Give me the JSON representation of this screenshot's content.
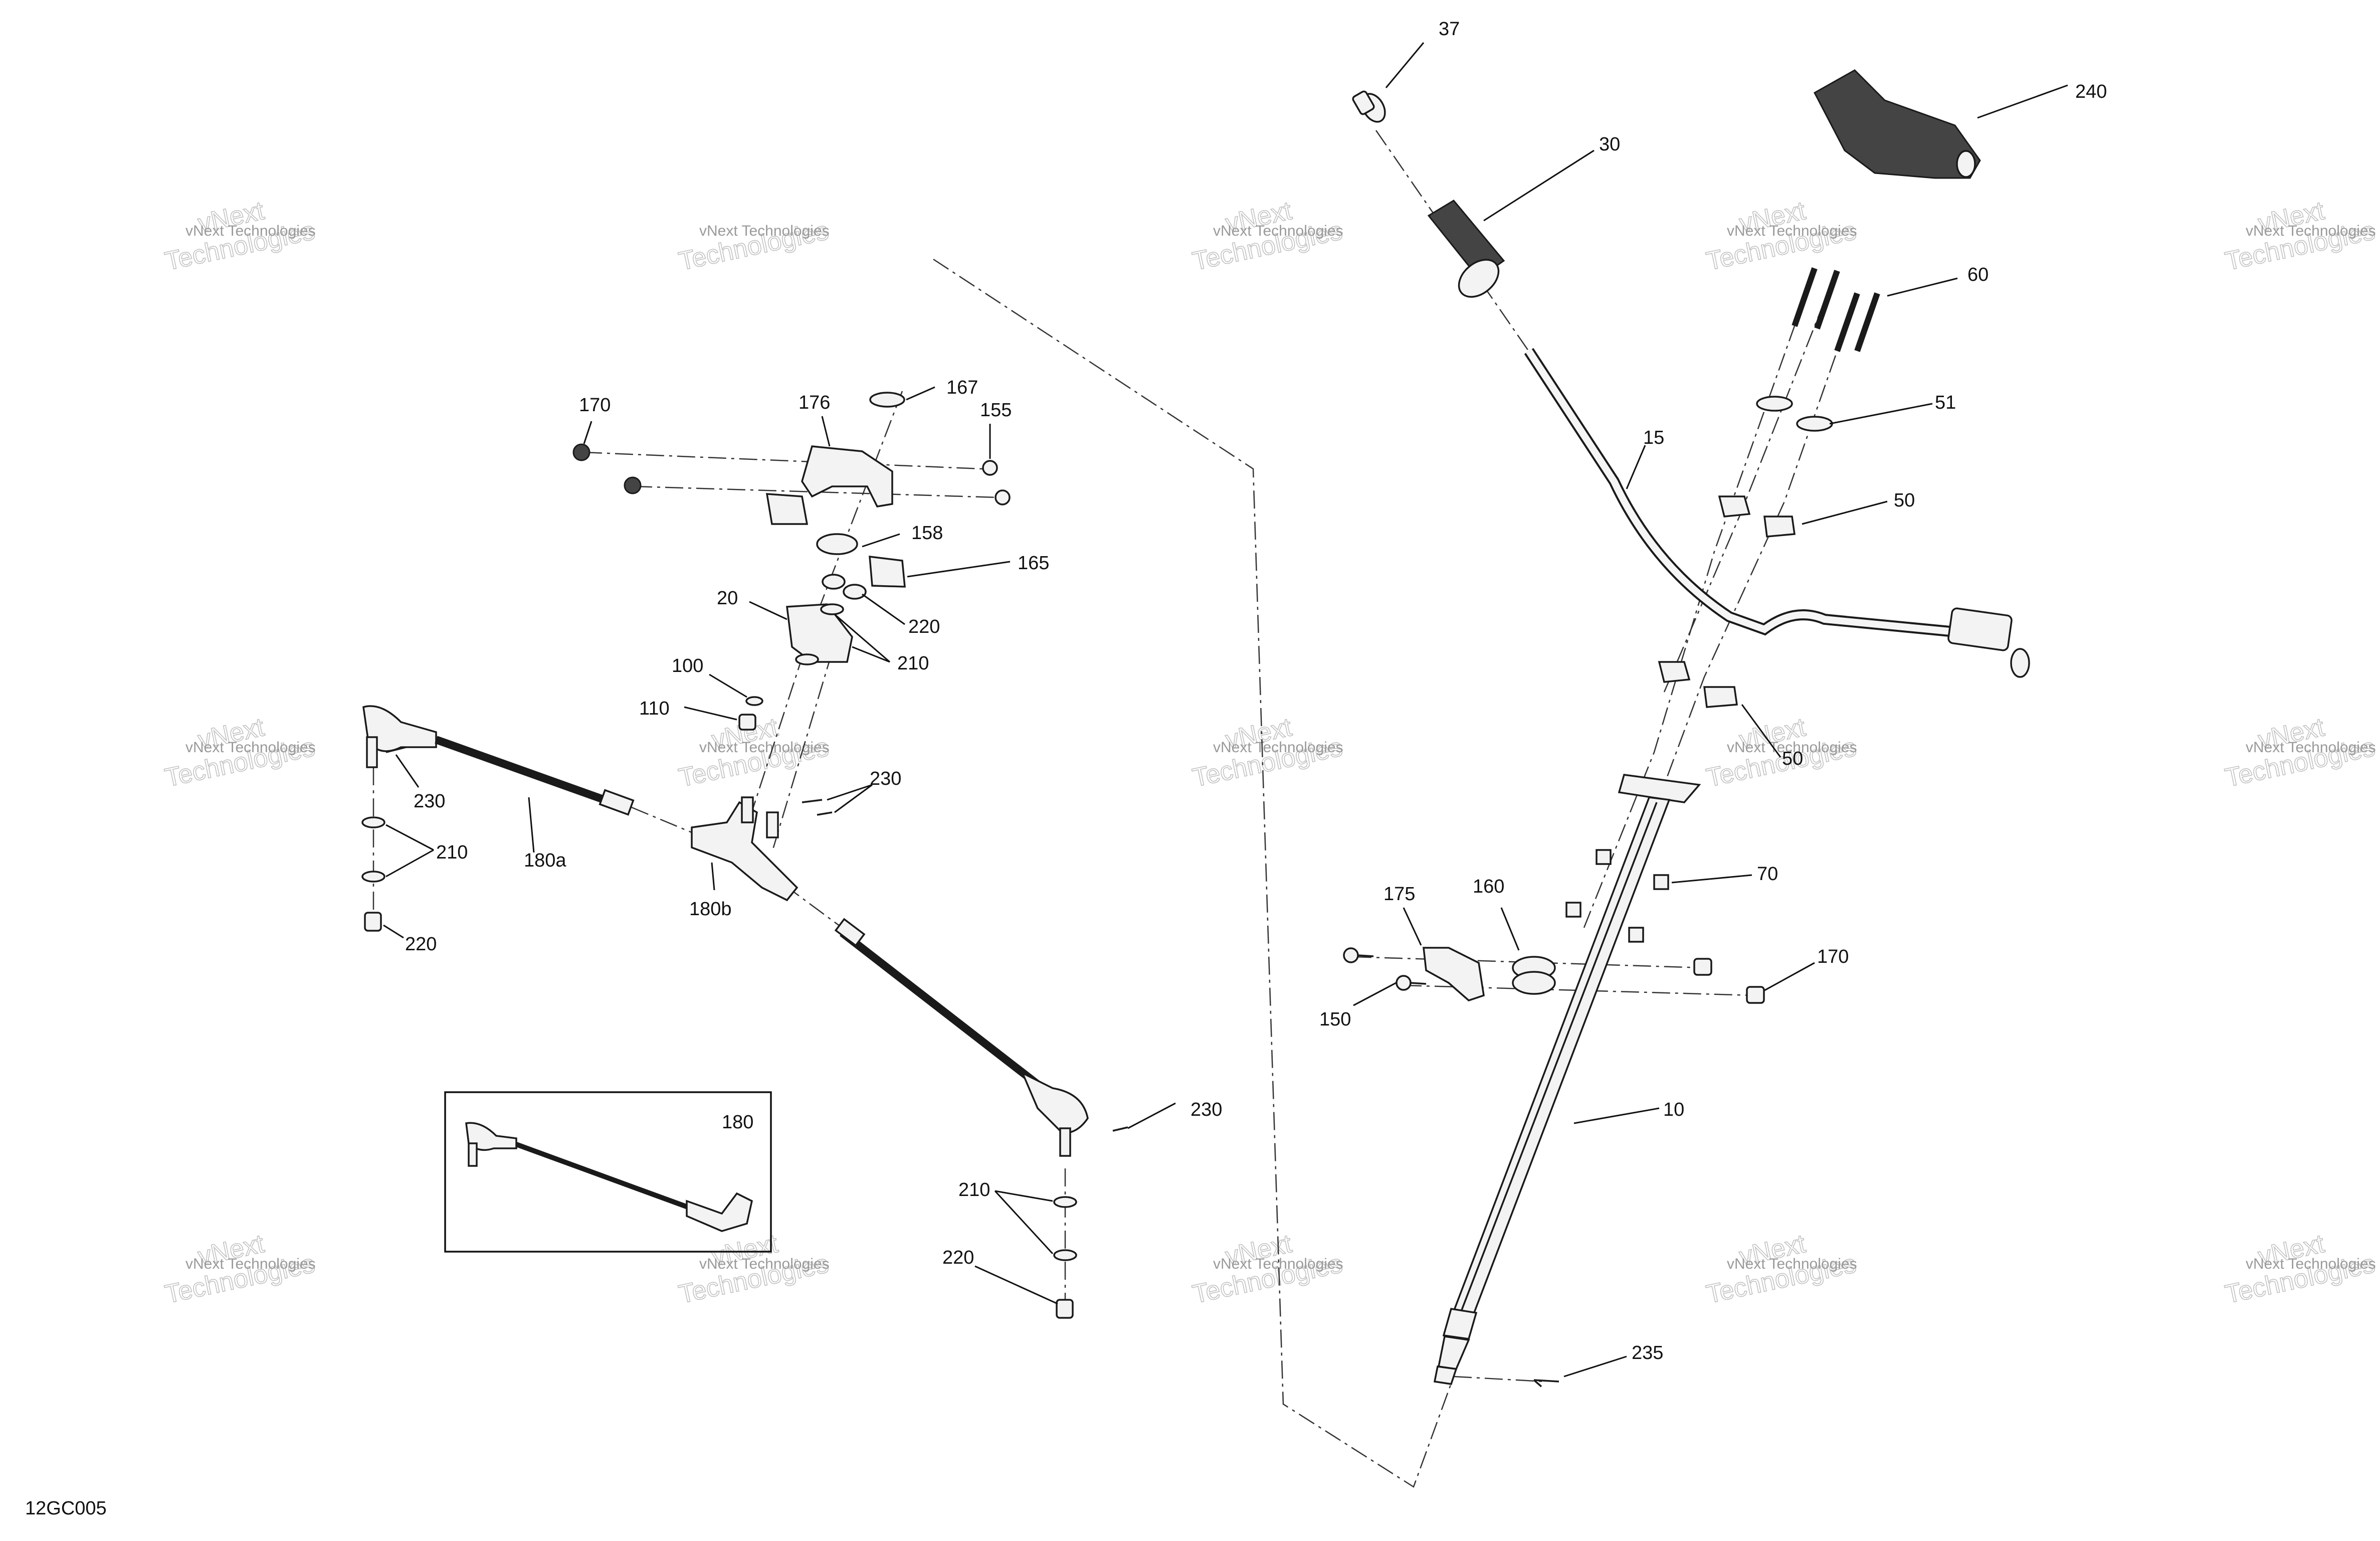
{
  "diagram_code": "12GC005",
  "watermark": {
    "line1": "vNext Technologies",
    "line2a": "vNext",
    "line2b": "Technologies"
  },
  "callouts": {
    "c37": "37",
    "c240": "240",
    "c30": "30",
    "c60": "60",
    "c51": "51",
    "c15": "15",
    "c50a": "50",
    "c50b": "50",
    "c70": "70",
    "c175": "175",
    "c160": "160",
    "c170r": "170",
    "c150": "150",
    "c10": "10",
    "c235": "235",
    "c170l": "170",
    "c176": "176",
    "c167": "167",
    "c155": "155",
    "c158": "158",
    "c165": "165",
    "c20": "20",
    "c220a": "220",
    "c210a": "210",
    "c100": "100",
    "c110": "110",
    "c230a": "230",
    "c230b": "230",
    "c210b": "210",
    "c180a": "180a",
    "c180b": "180b",
    "c220b": "220",
    "c180": "180",
    "c230c": "230",
    "c210c": "210",
    "c220c": "220"
  }
}
